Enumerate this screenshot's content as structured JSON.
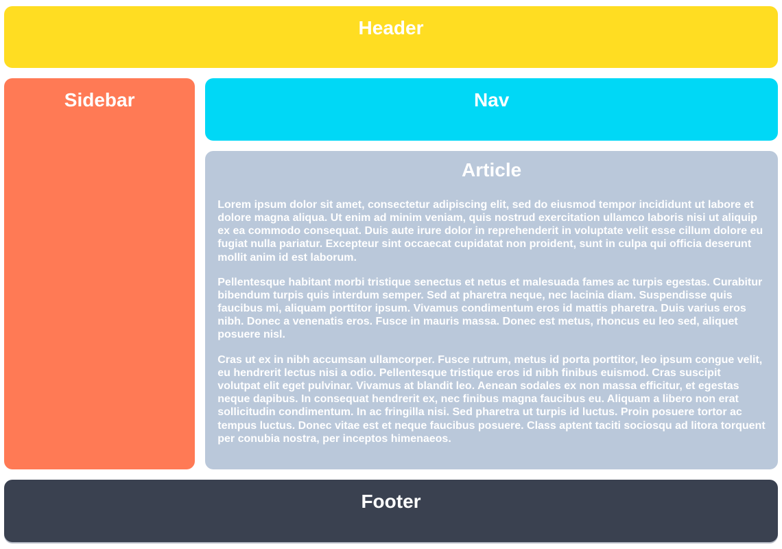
{
  "header": {
    "title": "Header"
  },
  "sidebar": {
    "title": "Sidebar"
  },
  "nav": {
    "title": "Nav"
  },
  "article": {
    "title": "Article",
    "paragraphs": [
      "Lorem ipsum dolor sit amet, consectetur adipiscing elit, sed do eiusmod tempor incididunt ut labore et dolore magna aliqua. Ut enim ad minim veniam, quis nostrud exercitation ullamco laboris nisi ut aliquip ex ea commodo consequat. Duis aute irure dolor in reprehenderit in voluptate velit esse cillum dolore eu fugiat nulla pariatur. Excepteur sint occaecat cupidatat non proident, sunt in culpa qui officia deserunt mollit anim id est laborum.",
      "Pellentesque habitant morbi tristique senectus et netus et malesuada fames ac turpis egestas. Curabitur bibendum turpis quis interdum semper. Sed at pharetra neque, nec lacinia diam. Suspendisse quis faucibus mi, aliquam porttitor ipsum. Vivamus condimentum eros id mattis pharetra. Duis varius eros nibh. Donec a venenatis eros. Fusce in mauris massa. Donec est metus, rhoncus eu leo sed, aliquet posuere nisl.",
      "Cras ut ex in nibh accumsan ullamcorper. Fusce rutrum, metus id porta porttitor, leo ipsum congue velit, eu hendrerit lectus nisi a odio. Pellentesque tristique eros id nibh finibus euismod. Cras suscipit volutpat elit eget pulvinar. Vivamus at blandit leo. Aenean sodales ex non massa efficitur, et egestas neque dapibus. In consequat hendrerit ex, nec finibus magna faucibus eu. Aliquam a libero non erat sollicitudin condimentum. In ac fringilla nisi. Sed pharetra ut turpis id luctus. Proin posuere tortor ac tempus luctus. Donec vitae est et neque faucibus posuere. Class aptent taciti sociosqu ad litora torquent per conubia nostra, per inceptos himenaeos."
    ]
  },
  "footer": {
    "title": "Footer"
  },
  "colors": {
    "header_bg": "#ffdd22",
    "sidebar_bg": "#ff7a55",
    "nav_bg": "#00d8f6",
    "article_bg": "#bac8da",
    "footer_bg": "#3a4150",
    "text": "#ffffff",
    "page_bg": "#ffffff"
  }
}
